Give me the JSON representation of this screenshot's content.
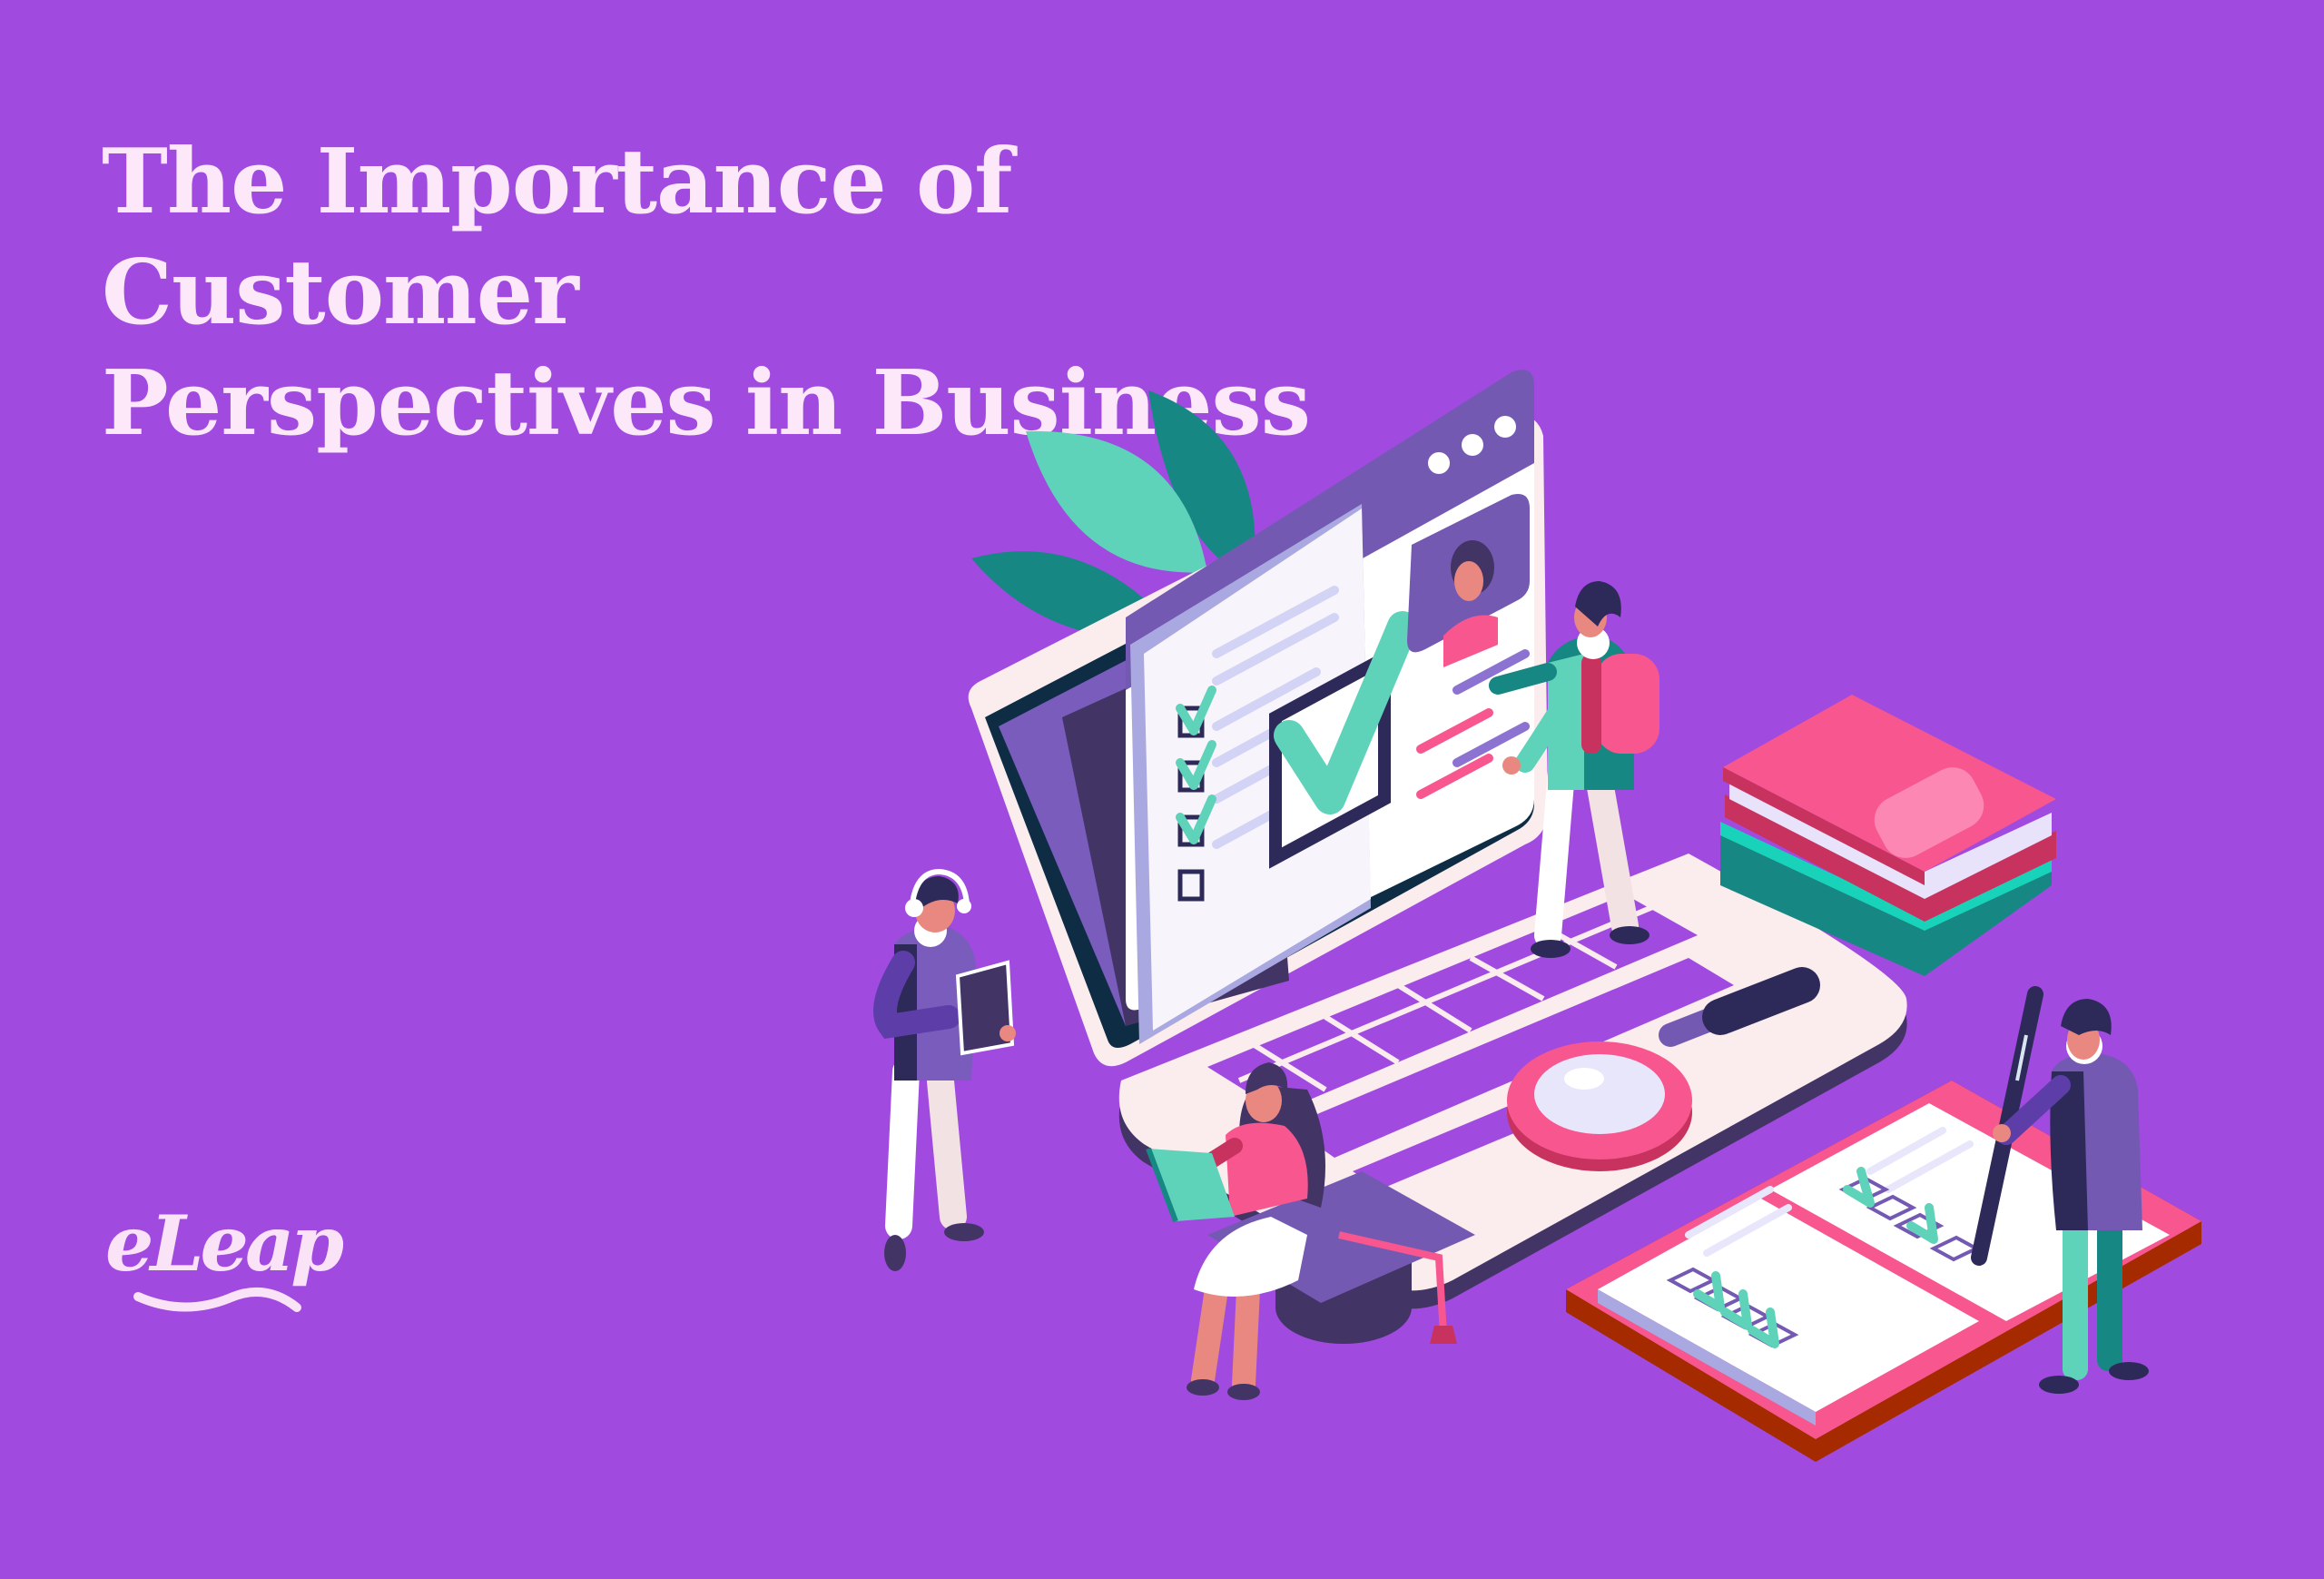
{
  "title": {
    "line1": "The Importance of Customer",
    "line2": "Perspectives in Business"
  },
  "logo": {
    "text": "eLeap"
  },
  "colors": {
    "background": "#a04ae0",
    "title_text": "#fde8fa",
    "teal": "#5fd3b9",
    "dark_teal": "#178783",
    "pink": "#f7568f",
    "dark_pink": "#c8325e",
    "navy": "#2d2a5a",
    "lavender": "#7a5cbc",
    "paper": "#f8f4fb",
    "laptop_base": "#fbecee"
  },
  "illustration": {
    "icons": [
      "laptop-icon",
      "checklist-document-icon",
      "big-checkmark-icon",
      "profile-card-icon",
      "leaves-icon",
      "book-stack-icon",
      "magnifying-glass-icon",
      "graduation-cap-icon",
      "open-notebook-icon",
      "pen-icon"
    ],
    "people": [
      "person-with-tablet-and-headphones",
      "person-with-backpack",
      "woman-reading-book",
      "person-with-pen"
    ]
  }
}
